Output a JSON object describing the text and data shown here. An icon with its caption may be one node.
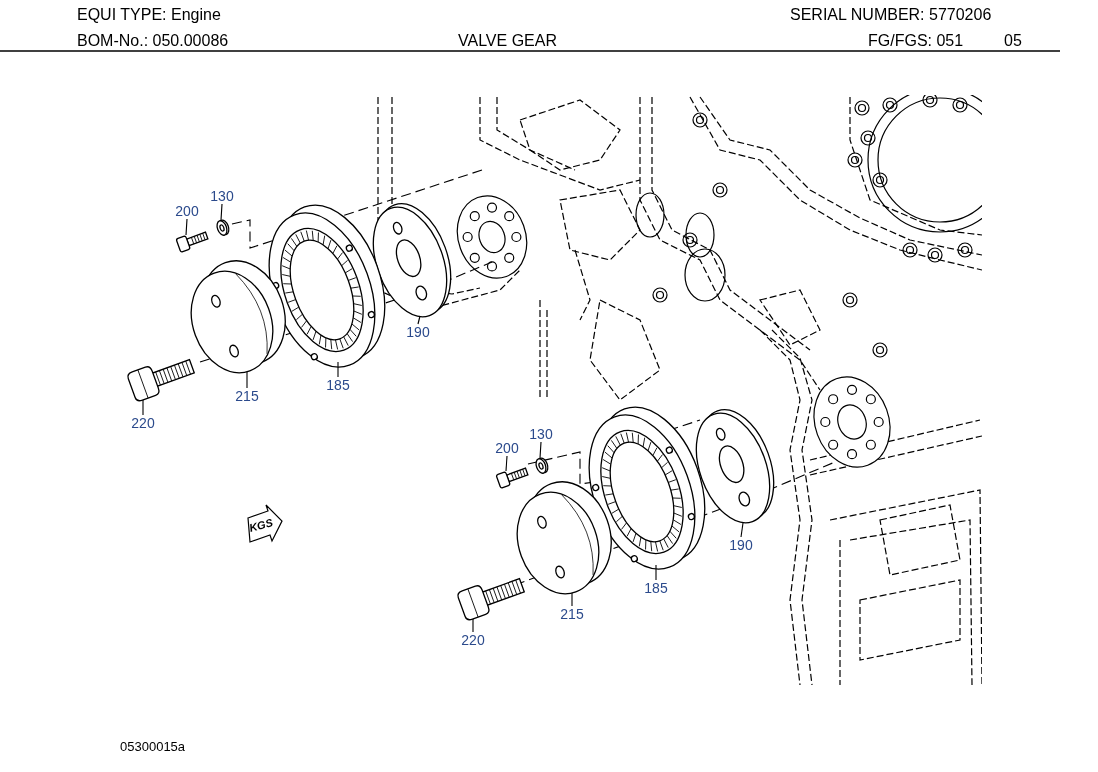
{
  "diagram": {
    "nodes": [
      {
        "text": [
          "200"
        ]
      },
      {
        "text": [],
        "shape": "picture"
      },
      {
        "text": [
          "130"
        ]
      },
      {
        "text": [],
        "shape": "picture"
      },
      {
        "text": [
          "190"
        ]
      },
      {
        "text": [],
        "shape": "picture"
      },
      {
        "text": [
          "185"
        ]
      },
      {
        "text": [],
        "shape": "picture"
      },
      {
        "text": [
          "215"
        ]
      },
      {
        "text": [],
        "shape": "picture"
      },
      {
        "text": [
          "220"
        ]
      },
      {
        "text": [],
        "shape": "picture"
      },
      {
        "text": [
          "200"
        ]
      },
      {
        "text": [],
        "shape": "picture"
      },
      {
        "text": [
          "130"
        ]
      },
      {
        "text": [],
        "shape": "picture"
      },
      {
        "text": [
          "190"
        ]
      },
      {
        "text": [],
        "shape": "picture"
      },
      {
        "text": [
          "185"
        ]
      },
      {
        "text": [],
        "shape": "picture"
      },
      {
        "text": [
          "215"
        ]
      },
      {
        "text": [],
        "shape": "picture"
      },
      {
        "text": [
          "220"
        ]
      },
      {
        "text": [],
        "shape": "picture"
      }
    ],
    "edges": [
      {
        "from": 0,
        "to": 1,
        "arrow": "none"
      },
      {
        "from": 2,
        "to": 3,
        "arrow": "none"
      },
      {
        "from": 4,
        "to": 5,
        "arrow": "none"
      },
      {
        "from": 6,
        "to": 7,
        "arrow": "none"
      },
      {
        "from": 8,
        "to": 9,
        "arrow": "none"
      },
      {
        "from": 10,
        "to": 11,
        "arrow": "none"
      },
      {
        "from": 12,
        "to": 13,
        "arrow": "none"
      },
      {
        "from": 14,
        "to": 15,
        "arrow": "none"
      },
      {
        "from": 16,
        "to": 17,
        "arrow": "none"
      },
      {
        "from": 18,
        "to": 19,
        "arrow": "none"
      },
      {
        "from": 20,
        "to": 21,
        "arrow": "none"
      },
      {
        "from": 22,
        "to": 23,
        "arrow": "none"
      }
    ],
    "labels": [
      "EQUI TYPE: Engine",
      "SERIAL NUMBER: 5770206",
      "BOM-No.: 050.00086",
      "VALVE GEAR",
      "FG/FGS: 051",
      "05",
      "KGS",
      "05300015a"
    ]
  }
}
